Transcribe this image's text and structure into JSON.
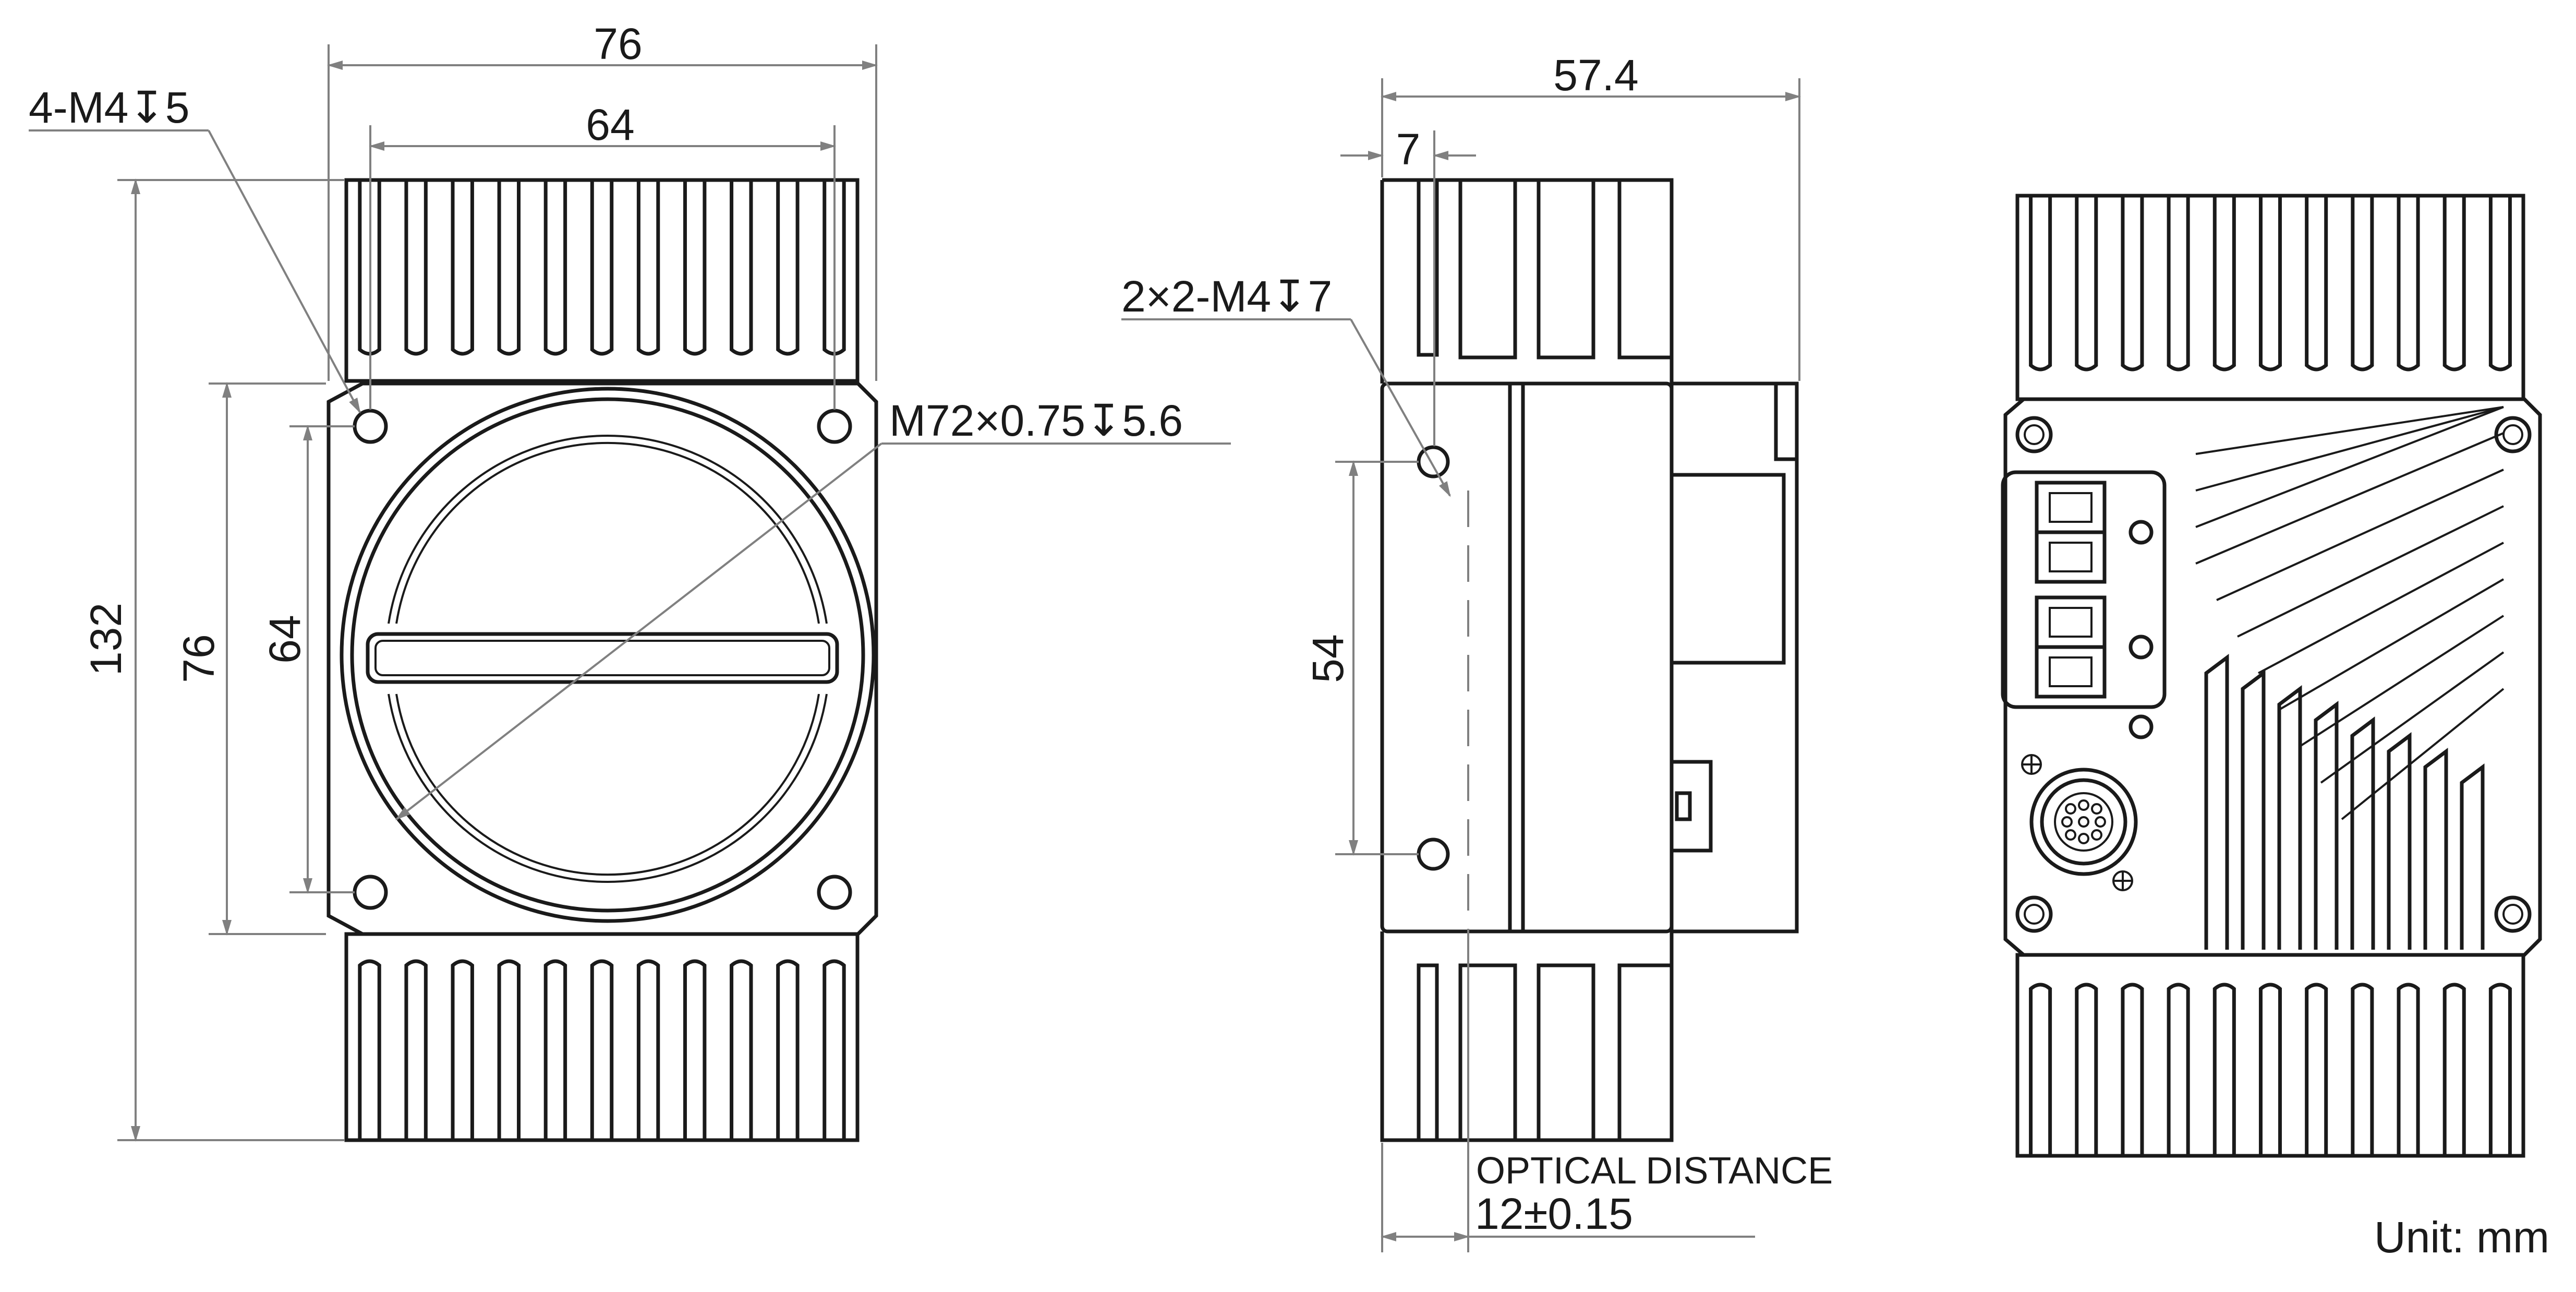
{
  "front_view": {
    "overall_width": "76",
    "inner_width": "64",
    "overall_height": "132",
    "flange_height": "76",
    "hole_spacing": "64",
    "mount_holes": "4-M4↧5",
    "lens_mount": "M72×0.75↧5.6"
  },
  "side_view": {
    "depth": "57.4",
    "offset": "7",
    "side_holes": "2×2-M4↧7",
    "hole_spacing": "54",
    "optical_distance_label": "OPTICAL DISTANCE",
    "optical_distance_value": "12±0.15"
  },
  "units_note": "Unit: mm"
}
